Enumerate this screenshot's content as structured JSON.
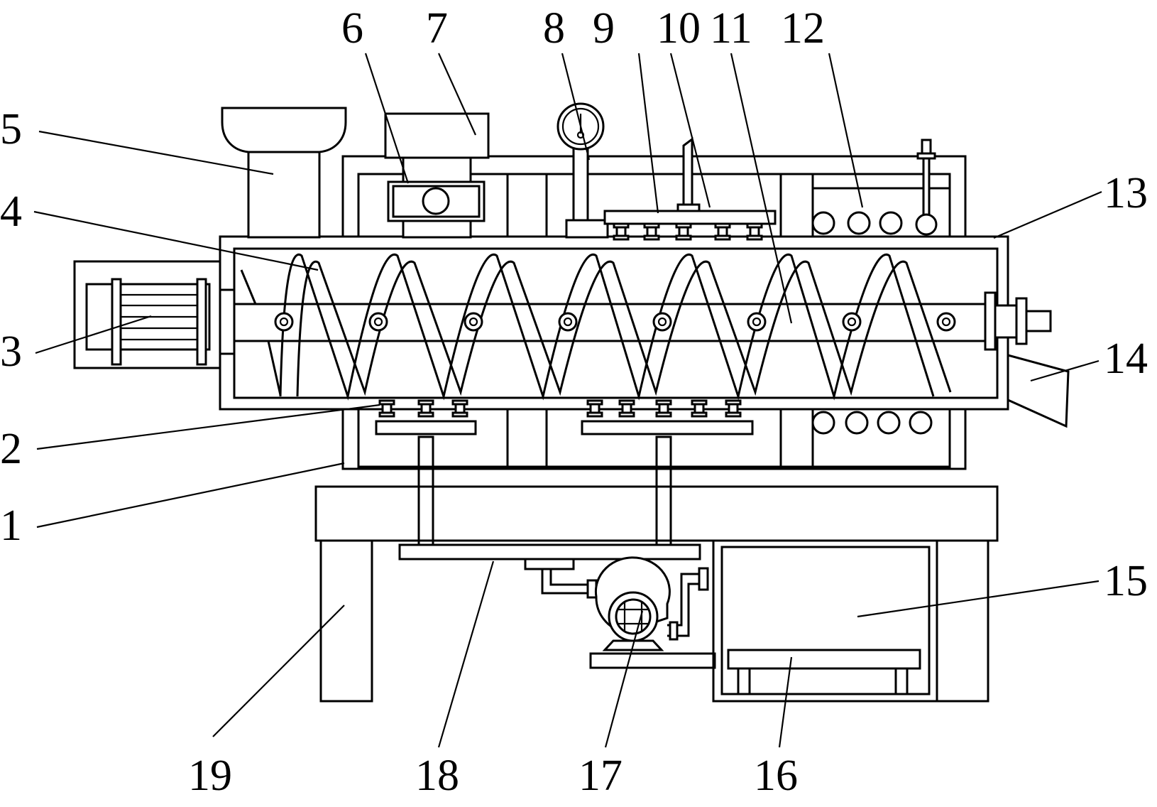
{
  "labels": [
    {
      "id": "1",
      "text": "1"
    },
    {
      "id": "2",
      "text": "2"
    },
    {
      "id": "3",
      "text": "3"
    },
    {
      "id": "4",
      "text": "4"
    },
    {
      "id": "5",
      "text": "5"
    },
    {
      "id": "6",
      "text": "6"
    },
    {
      "id": "7",
      "text": "7"
    },
    {
      "id": "8",
      "text": "8"
    },
    {
      "id": "9",
      "text": "9"
    },
    {
      "id": "10",
      "text": "10"
    },
    {
      "id": "11",
      "text": "11"
    },
    {
      "id": "12",
      "text": "12"
    },
    {
      "id": "13",
      "text": "13"
    },
    {
      "id": "14",
      "text": "14"
    },
    {
      "id": "15",
      "text": "15"
    },
    {
      "id": "16",
      "text": "16"
    },
    {
      "id": "17",
      "text": "17"
    },
    {
      "id": "18",
      "text": "18"
    },
    {
      "id": "19",
      "text": "19"
    }
  ],
  "colors": {
    "line": "#000000",
    "background": "#ffffff"
  }
}
